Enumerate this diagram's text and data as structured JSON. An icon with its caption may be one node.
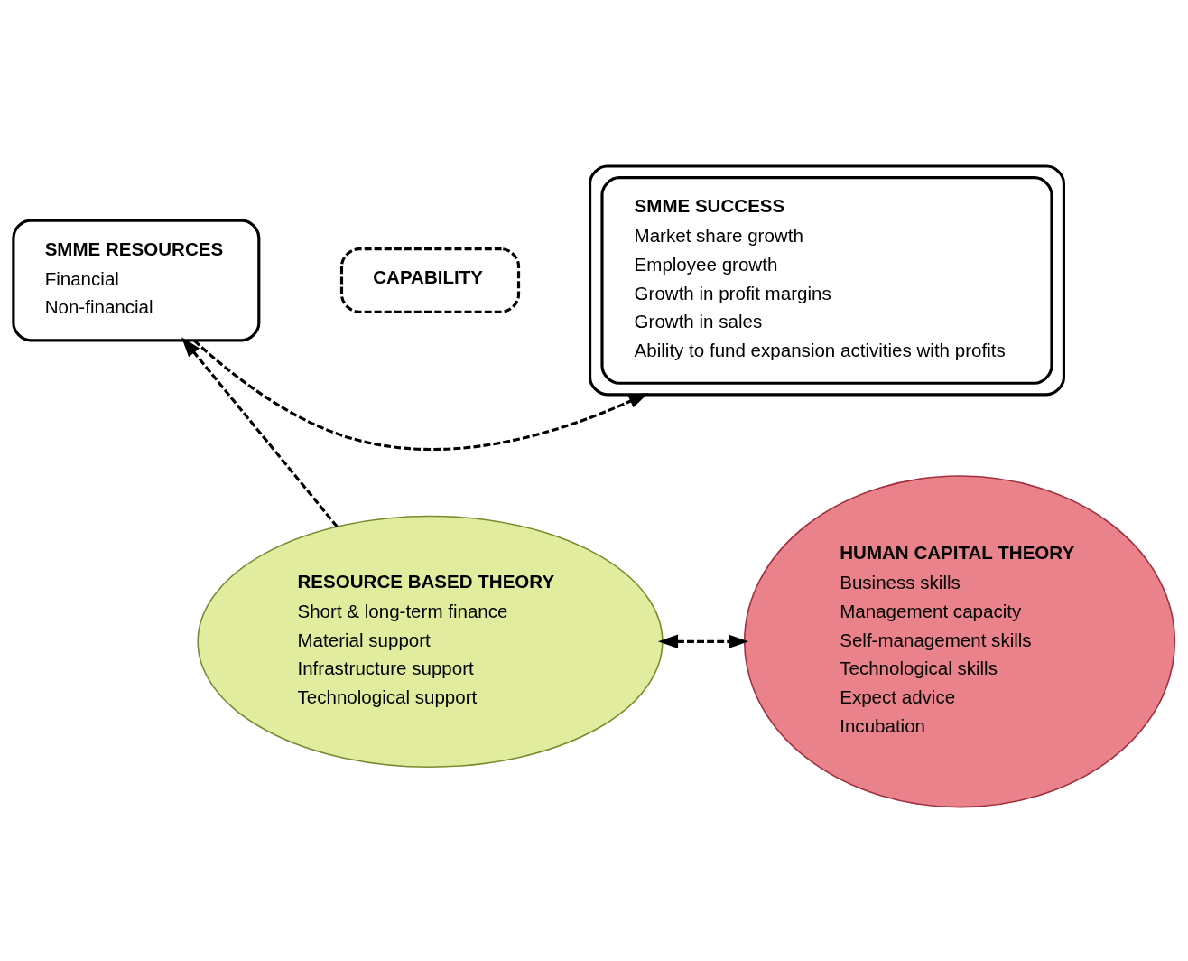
{
  "diagram": {
    "nodes": [
      {
        "text": [
          "SMME RESOURCES",
          "Financial",
          "Non-financial"
        ]
      },
      {
        "text": [
          "CAPABILITY"
        ]
      },
      {
        "text": [],
        "shape": "box"
      },
      {
        "text": [
          "SMME SUCCESS",
          "Market share growth",
          "Employee growth",
          "Growth in profit margins",
          "Growth in sales",
          "Ability to fund expansion activities with profits"
        ],
        "in": 2
      },
      {
        "text": [
          "RESOURCE BASED THEORY",
          "Short & long-term finance",
          "Material support",
          "Infrastructure support",
          "Technological support"
        ]
      },
      {
        "text": [
          "HUMAN CAPITAL THEORY",
          "Business skills",
          "Management capacity",
          "Self-management skills",
          "Technological skills",
          "Expect advice",
          "Incubation"
        ]
      }
    ],
    "edges": [
      {
        "from": 0,
        "to": 2,
        "arrow": "to",
        "style": "dashed"
      },
      {
        "from": 4,
        "to": 0,
        "arrow": "to",
        "style": "dashed"
      },
      {
        "from": 4,
        "to": 5,
        "arrow": "both",
        "style": "dashed"
      }
    ]
  }
}
